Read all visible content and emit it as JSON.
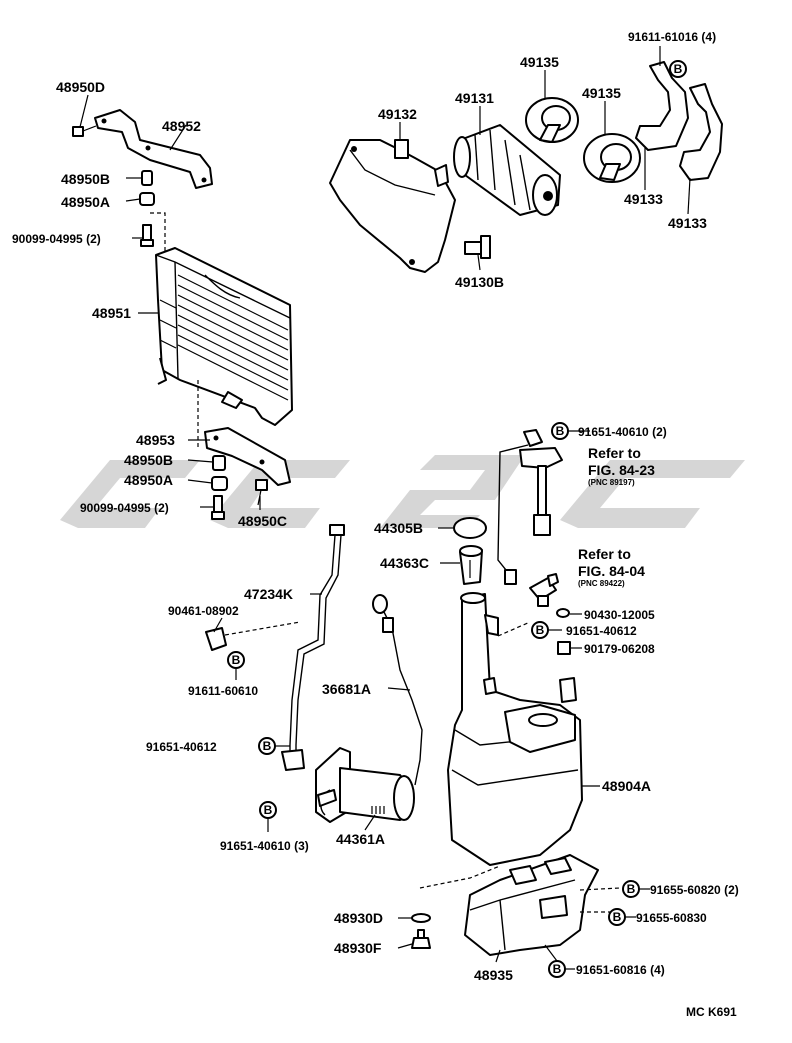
{
  "diagram": {
    "watermark_text": "CLSC",
    "watermark_color": "#cfcfcf",
    "footer_code": "MC K691",
    "bolt_symbol": "B",
    "labels": {
      "p48950D": "48950D",
      "p48952": "48952",
      "p48950B_top": "48950B",
      "p48950A_top": "48950A",
      "p90099_top": "90099-04995 (2)",
      "p48951": "48951",
      "p48953": "48953",
      "p48950B_bot": "48950B",
      "p48950A_bot": "48950A",
      "p90099_bot": "90099-04995 (2)",
      "p48950C": "48950C",
      "p49132": "49132",
      "p49131": "49131",
      "p49135_a": "49135",
      "p49135_b": "49135",
      "p91611_61016": "91611-61016 (4)",
      "p49133_a": "49133",
      "p49133_b": "49133",
      "p49130B": "49130B",
      "p91651_40610_2": "91651-40610 (2)",
      "refer_1": "Refer to",
      "fig_1": "FIG. 84-23",
      "pnc_1": "(PNC 89197)",
      "p44305B": "44305B",
      "p44363C": "44363C",
      "refer_2": "Refer to",
      "fig_2": "FIG. 84-04",
      "pnc_2": "(PNC 89422)",
      "p47234K": "47234K",
      "p90461": "90461-08902",
      "p91611_60610": "91611-60610",
      "p90430": "90430-12005",
      "p91651_40612_r": "91651-40612",
      "p90179": "90179-06208",
      "p36681A": "36681A",
      "p91651_40612_l": "91651-40612",
      "p48904A": "48904A",
      "p91651_40610_3": "91651-40610 (3)",
      "p44361A": "44361A",
      "p91655_60820": "91655-60820 (2)",
      "p48930D": "48930D",
      "p91655_60830": "91655-60830",
      "p48930F": "48930F",
      "p48935": "48935",
      "p91651_60816": "91651-60816 (4)"
    }
  }
}
